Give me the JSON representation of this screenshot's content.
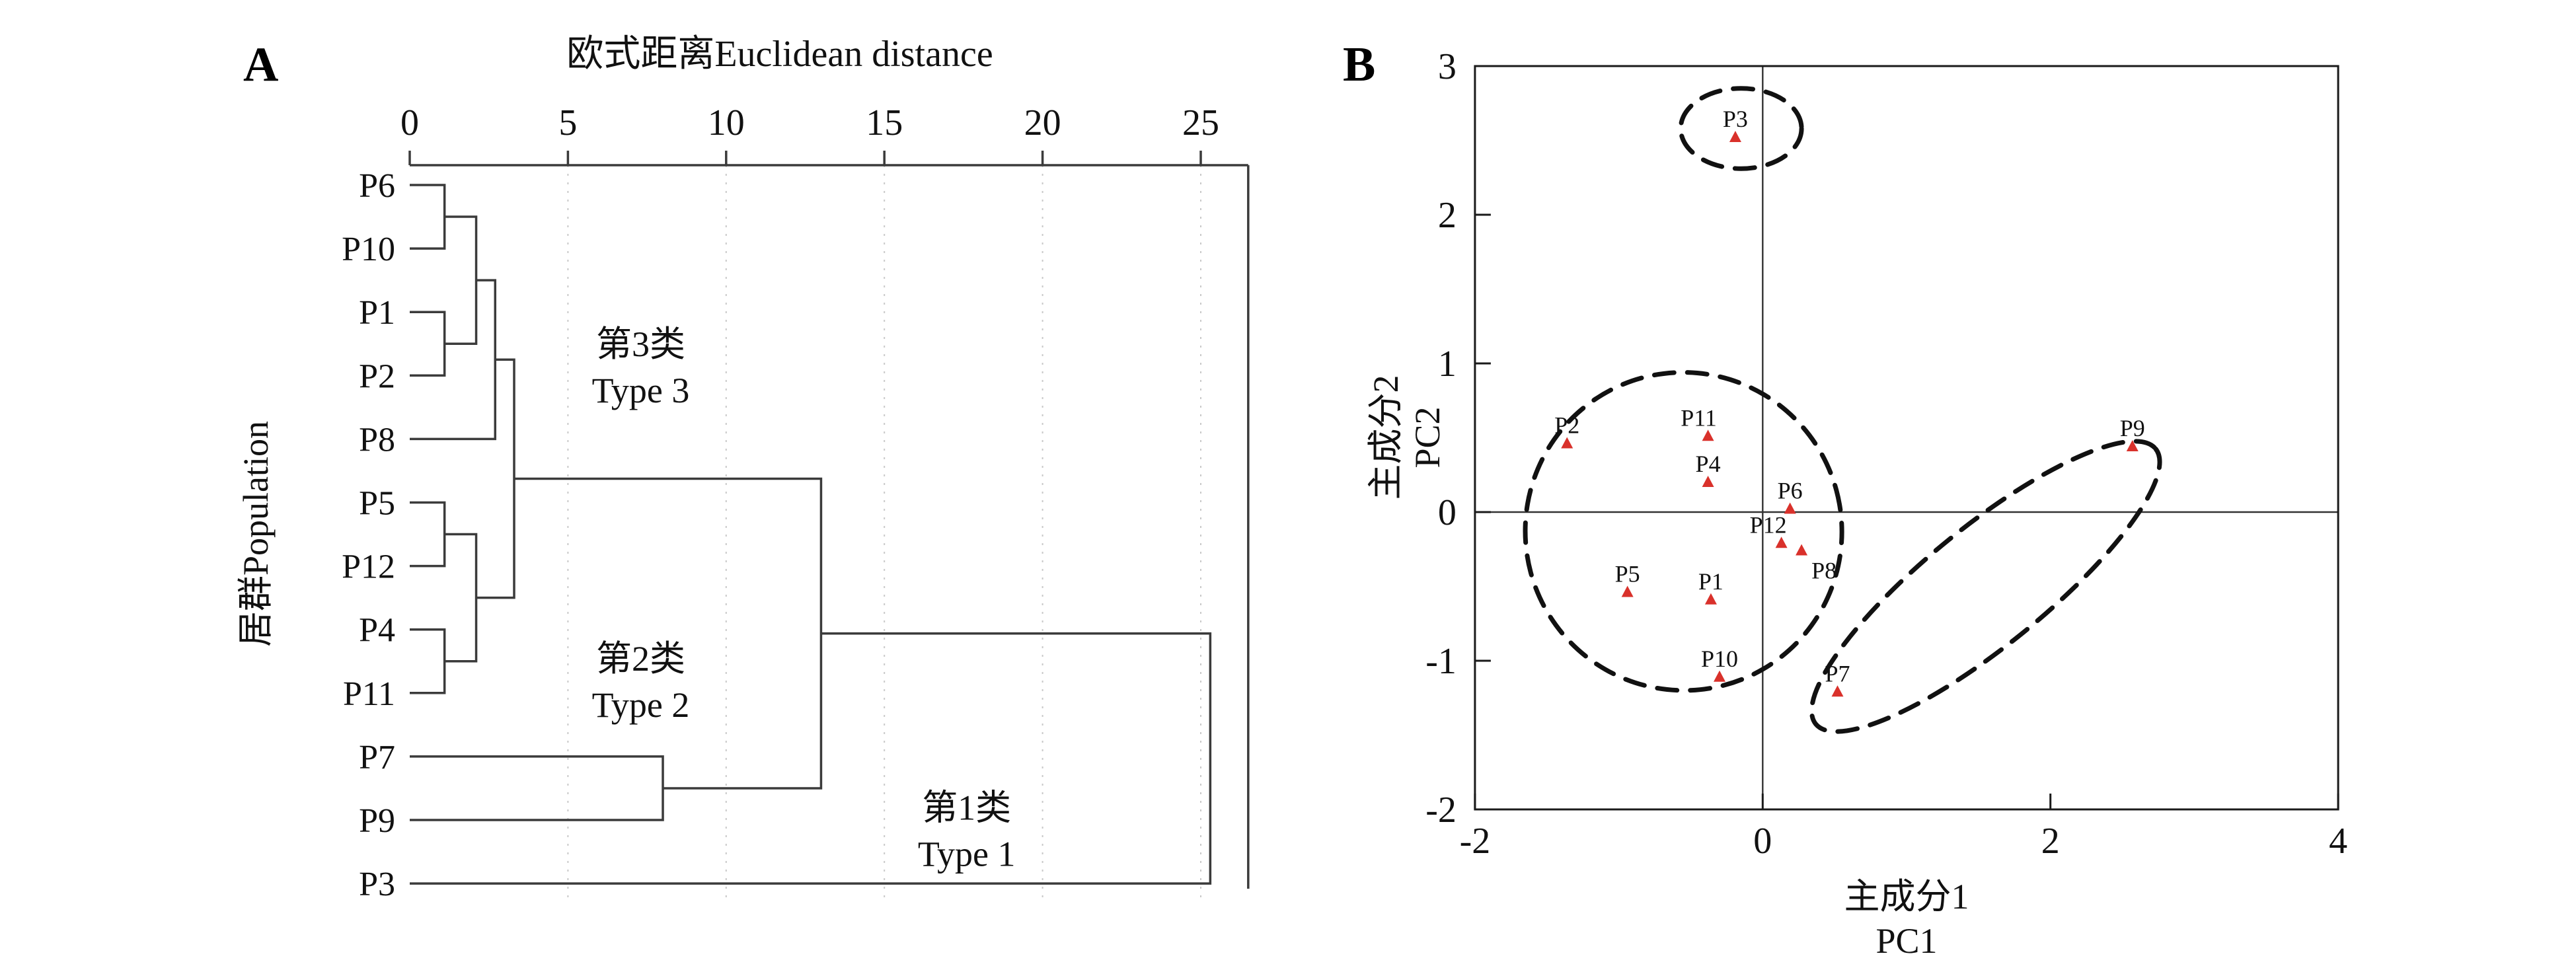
{
  "figure": {
    "background": "#ffffff",
    "panels": [
      {
        "letter": "A"
      },
      {
        "letter": "B"
      }
    ]
  },
  "chart_data": [
    {
      "type": "dendrogram",
      "panel": "A",
      "title": "欧式距离Euclidean distance",
      "ylabel": "居群Population",
      "xlim": [
        0,
        26.5
      ],
      "xticks": [
        0,
        5,
        10,
        15,
        20,
        25
      ],
      "grid": "vertical-dashed-at-ticks",
      "leaves": [
        "P6",
        "P10",
        "P1",
        "P2",
        "P8",
        "P5",
        "P12",
        "P4",
        "P11",
        "P7",
        "P9",
        "P3"
      ],
      "merges": [
        {
          "a": "P6",
          "b": "P10",
          "d": 1.1,
          "id": "n1"
        },
        {
          "a": "P1",
          "b": "P2",
          "d": 1.1,
          "id": "n2"
        },
        {
          "a": "n1",
          "b": "n2",
          "d": 2.1,
          "id": "n3"
        },
        {
          "a": "n3",
          "b": "P8",
          "d": 2.7,
          "id": "n4"
        },
        {
          "a": "P5",
          "b": "P12",
          "d": 1.1,
          "id": "n5"
        },
        {
          "a": "P4",
          "b": "P11",
          "d": 1.1,
          "id": "n6"
        },
        {
          "a": "n5",
          "b": "n6",
          "d": 2.1,
          "id": "n7"
        },
        {
          "a": "n4",
          "b": "n7",
          "d": 3.3,
          "id": "n8"
        },
        {
          "a": "P7",
          "b": "P9",
          "d": 8.0,
          "id": "n9"
        },
        {
          "a": "n8",
          "b": "n9",
          "d": 13.0,
          "id": "n10"
        },
        {
          "a": "n10",
          "b": "P3",
          "d": 25.3,
          "id": "n11"
        }
      ],
      "clusters": [
        {
          "cn": "第3类",
          "en": "Type 3",
          "x": 7.3,
          "row": 3.05
        },
        {
          "cn": "第2类",
          "en": "Type 2",
          "x": 7.3,
          "row": 8.0
        },
        {
          "cn": "第1类",
          "en": "Type 1",
          "x": 17.6,
          "row": 10.35
        }
      ]
    },
    {
      "type": "scatter",
      "panel": "B",
      "xlabel_cn": "主成分1",
      "xlabel_en": "PC1",
      "ylabel_cn": "主成分2",
      "ylabel_en": "PC2",
      "xlim": [
        -2,
        4
      ],
      "ylim": [
        -2,
        3
      ],
      "xticks": [
        -2,
        0,
        2,
        4
      ],
      "yticks": [
        -2,
        -1,
        0,
        1,
        2,
        3
      ],
      "marker": {
        "shape": "triangle",
        "color": "#d9312b"
      },
      "points": [
        {
          "label": "P1",
          "x": -0.36,
          "y": -0.59
        },
        {
          "label": "P2",
          "x": -1.36,
          "y": 0.46
        },
        {
          "label": "P3",
          "x": -0.19,
          "y": 2.52
        },
        {
          "label": "P4",
          "x": -0.38,
          "y": 0.2
        },
        {
          "label": "P5",
          "x": -0.94,
          "y": -0.54
        },
        {
          "label": "P6",
          "x": 0.19,
          "y": 0.02
        },
        {
          "label": "P7",
          "x": 0.52,
          "y": -1.21
        },
        {
          "label": "P8",
          "x": 0.27,
          "y": -0.26,
          "lx": 34,
          "ly": 42
        },
        {
          "label": "P9",
          "x": 2.57,
          "y": 0.44
        },
        {
          "label": "P10",
          "x": -0.3,
          "y": -1.11
        },
        {
          "label": "P11",
          "x": -0.38,
          "y": 0.51,
          "lx": -14
        },
        {
          "label": "P12",
          "x": 0.13,
          "y": -0.21,
          "lx": -20,
          "ly": -16
        }
      ],
      "ellipses": [
        {
          "cx": -0.15,
          "cy": 2.58,
          "rx": 0.42,
          "ry": 0.27,
          "rot": 0,
          "group": "Type 1"
        },
        {
          "cx": -0.55,
          "cy": -0.13,
          "rx": 1.1,
          "ry": 1.07,
          "rot": -15,
          "group": "Type 3"
        },
        {
          "cx": 1.55,
          "cy": -0.5,
          "rx": 1.52,
          "ry": 0.4,
          "rot": -39,
          "group": "Type 2"
        }
      ]
    }
  ]
}
